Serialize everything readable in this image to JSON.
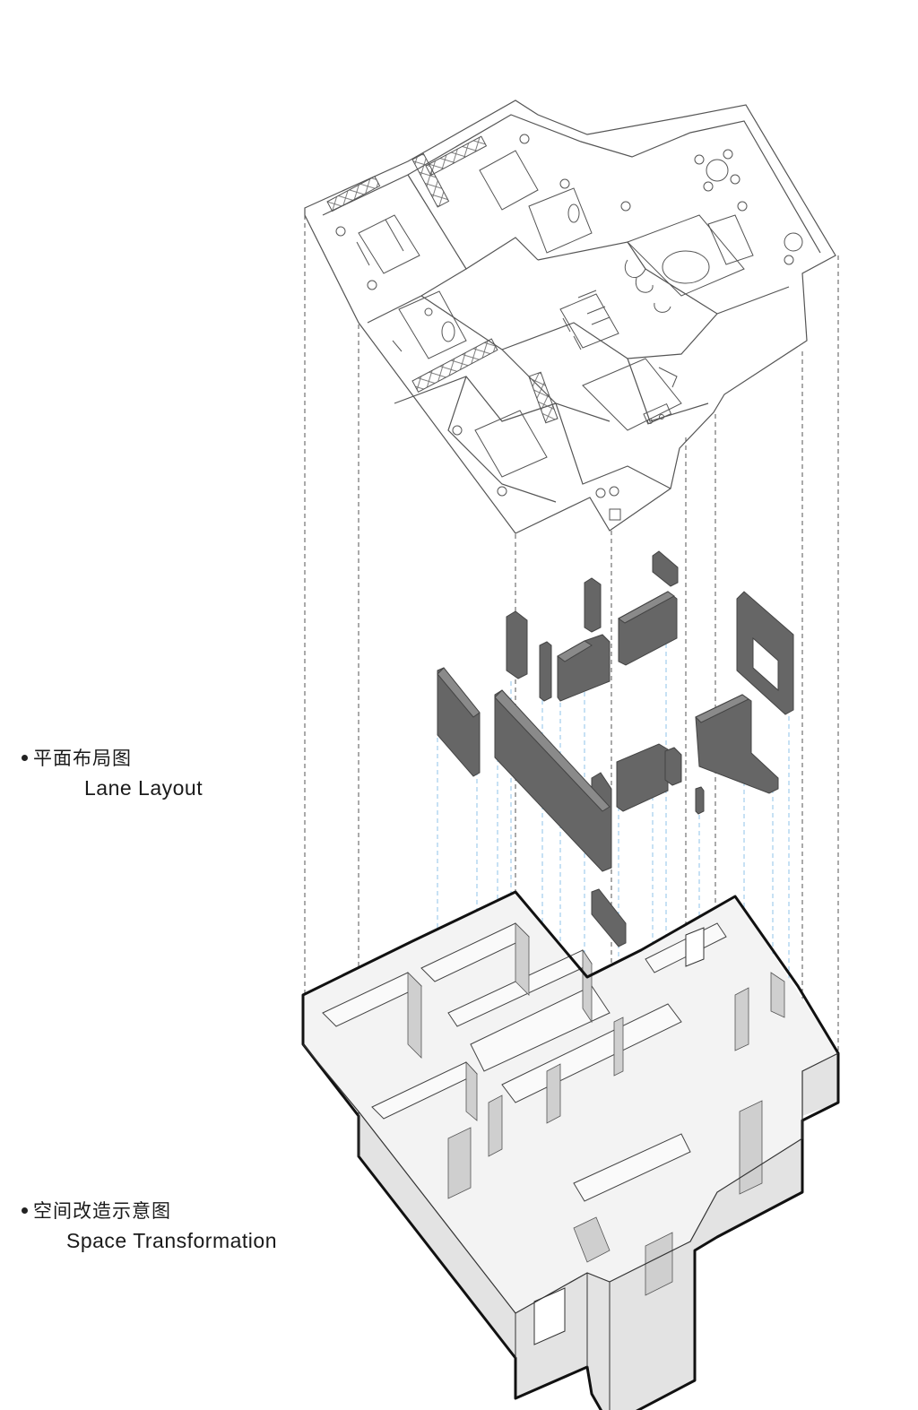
{
  "labels": {
    "plan": {
      "zh": "平面布局图",
      "en": "Lane Layout"
    },
    "space": {
      "zh": "空间改造示意图",
      "en": "Space Transformation"
    }
  },
  "colors": {
    "plan_line": "#555555",
    "wall_fill": "#666666",
    "wall_edge": "#444444",
    "dash": "#555555",
    "blue_dash": "#8fc3e8",
    "model_top": "#f4f4f4",
    "model_side": "#dedede",
    "model_outline": "#111111"
  }
}
